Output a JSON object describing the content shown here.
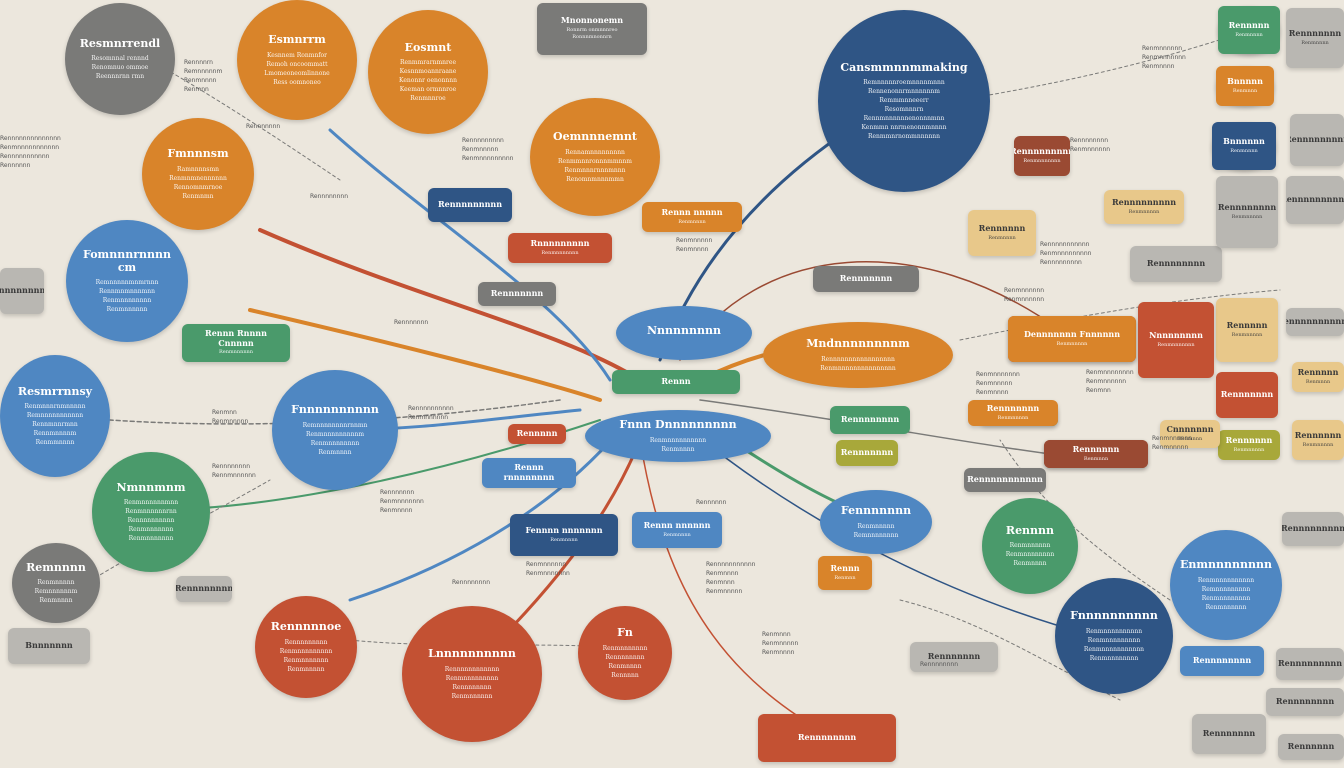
{
  "palette": {
    "orange": "#d9842a",
    "blue": "#4f87c2",
    "navy": "#2f5585",
    "red": "#c35133",
    "green": "#4a9a6b",
    "gray": "#7a7a78",
    "brick": "#9a4a33",
    "olive": "#a8a83a",
    "beige": "#e8c88a",
    "lightgray": "#b9b7b2"
  },
  "nodes": [
    {
      "id": "n1",
      "shape": "circle",
      "color": "gray",
      "title": "Resmnrrendl",
      "lines": [
        "Resomnnal rennnd",
        "Renomnuo ommoe",
        "Reennnrnn rmn"
      ]
    },
    {
      "id": "n2",
      "shape": "circle",
      "color": "orange",
      "title": "Esmnrrm",
      "lines": [
        "Kesnnem Ronmnfor",
        "Remoh oncoommatt",
        "Lmomeoneomlinnone",
        "Ress oomnoneo"
      ]
    },
    {
      "id": "n3",
      "shape": "circle",
      "color": "orange",
      "title": "Eosmnt",
      "lines": [
        "Renmmrarnmnree",
        "Kesnnmoannraane",
        "Kenonnr oenonnnn",
        "Keeman ormnnroe",
        "Renmnnroe"
      ]
    },
    {
      "id": "n4",
      "shape": "pill",
      "color": "gray",
      "title": "Mnonnonemn",
      "lines": [
        "Ronnrm onmnnnreo",
        "Ronnnmnonnrn"
      ]
    },
    {
      "id": "n5",
      "shape": "circle",
      "color": "navy",
      "title": "Cansmmnnmmaking",
      "lines": [
        "Remnnnnnroemnnnnmnnn",
        "Rennenonnrmnnnnnnm",
        "Remmmnneeerr",
        "Resomnnnrn",
        "Rennmnnnnnnenonnnmnn",
        "Kenmmn nnrmenonnmnnnn",
        "Renmmnrnommnnnnnn"
      ]
    },
    {
      "id": "n6",
      "shape": "circle",
      "color": "green",
      "title": "Rennnnrn",
      "lines": [
        "Remmnnenmn"
      ]
    },
    {
      "id": "n7",
      "shape": "circle",
      "color": "red",
      "title": "Rennnnnr",
      "lines": [
        "Rennnnn"
      ]
    },
    {
      "id": "n8",
      "shape": "circle",
      "color": "navy",
      "title": "Rennnnnnn",
      "lines": [
        "Rnmnnnnnnn"
      ]
    },
    {
      "id": "n9",
      "shape": "circle",
      "color": "orange",
      "title": "Fmnnnsm",
      "lines": [
        "Ramnnnnsmn",
        "Renmnmnennnnnn",
        "Rennomnmrnoe",
        "Renmnmn"
      ]
    },
    {
      "id": "n10",
      "shape": "circle",
      "color": "orange",
      "title": "Oemnnnemnt",
      "lines": [
        "Rennamnnnnnnnnn",
        "Renmmnnronnnmmnnm",
        "Renmnnnrnnnmnnn",
        "Renomnmnnnmmn"
      ]
    },
    {
      "id": "n11",
      "shape": "circle",
      "color": "blue",
      "title": "Fomnnnrnnnn cm",
      "lines": [
        "Remnnnnnmnmrnnn",
        "Rennmnmnnnmnn",
        "Renmnnnnnnnn",
        "Renmnnnnnn"
      ]
    },
    {
      "id": "n12",
      "shape": "circle",
      "color": "blue",
      "title": "Resmrrnnsy",
      "lines": [
        "Renmnnnrnmnnnnn",
        "Remnnnnnnnnnnn",
        "Rennmnnrmnn",
        "Rennmnnnnm",
        "Renmmnnnn"
      ]
    },
    {
      "id": "n13",
      "shape": "circle",
      "color": "blue",
      "title": "Fnnnnnnnnnn",
      "lines": [
        "Remnnnnnnnnrnnmn",
        "Renmnnnnnnnnnm",
        "Renmnnnnnnnn",
        "Renmnnnn"
      ]
    },
    {
      "id": "n14",
      "shape": "circle",
      "color": "green",
      "title": "Nmnnmnm",
      "lines": [
        "Renmnnnnnnmnn",
        "Renmnnnnnnrnn",
        "Rennnnnnnnnn",
        "Renmnnnnnnn",
        "Renmnnnnnnn"
      ]
    },
    {
      "id": "n15",
      "shape": "circle",
      "color": "gray",
      "title": "Remnnnn",
      "lines": [
        "Renmnnnnn",
        "Remnnnnnnm",
        "Renmnnnn"
      ]
    },
    {
      "id": "n16",
      "shape": "circle",
      "color": "red",
      "title": "Rennnnnoe",
      "lines": [
        "Rennnnnnnnn",
        "Renmnnnnnnnnn",
        "Renmnnnnnnn",
        "Renmnnnnn"
      ]
    },
    {
      "id": "n17",
      "shape": "circle",
      "color": "red",
      "title": "Lnnnnnnnnnn",
      "lines": [
        "Rennnnnnnnnnnn",
        "Renmnnnnnnnnn",
        "Rennnnnnnn",
        "Renmnnnnnn"
      ]
    },
    {
      "id": "n18",
      "shape": "circle",
      "color": "red",
      "title": "Fn",
      "lines": [
        "Renmnnnnnnn",
        "Rennnnnnnn",
        "Renmnnnn",
        "Rennnnn"
      ]
    },
    {
      "id": "n19",
      "shape": "circle",
      "color": "navy",
      "title": "Fnnnnnnnnnn",
      "lines": [
        "Renmnnnnnnnnnn",
        "Renmnnnnnnnnn",
        "Renmnnnnnnnnnnn",
        "Renmnnnnnnnn"
      ]
    },
    {
      "id": "n20",
      "shape": "circle",
      "color": "blue",
      "title": "Enmnnnnnnnn",
      "lines": [
        "Renmnnnnnnnnnn",
        "Remnnnnnnnnn",
        "Renmnnnnnnnn",
        "Renmnnnnnn"
      ]
    },
    {
      "id": "n21",
      "shape": "circle",
      "color": "green",
      "title": "Rennnn",
      "lines": [
        "Renmnnnnnn",
        "Renmnnnnnnnn",
        "Renmnnnn"
      ]
    },
    {
      "id": "n22",
      "shape": "circle",
      "color": "blue",
      "title": "Fennnnnnn",
      "lines": [
        "Renmnnnnn",
        "Remnnnnnnnn"
      ]
    },
    {
      "id": "n23",
      "shape": "circle",
      "color": "orange",
      "title": "Mndnnnnnnnnm",
      "lines": [
        "Rennnnnnnnnnnnnnnnn",
        "Renmnnnnnnnnnnnnnnn"
      ]
    },
    {
      "id": "n24",
      "shape": "circle",
      "color": "blue",
      "title": "Nnnnnnnnn",
      "lines": []
    },
    {
      "id": "n25",
      "shape": "circle",
      "color": "blue",
      "title": "Fnnn Dnnnnnnnnn",
      "lines": [
        "Renmnnnnnnnnnn",
        "Renmnnnn"
      ]
    },
    {
      "id": "n26",
      "shape": "pill",
      "color": "green",
      "title": "Rennn",
      "lines": []
    },
    {
      "id": "n27",
      "shape": "pill",
      "color": "red",
      "title": "Rennnnn",
      "lines": []
    },
    {
      "id": "n28",
      "shape": "pill",
      "color": "red",
      "title": "Rnnnnnnnnn",
      "lines": [
        "Renmnnnnnnn"
      ]
    },
    {
      "id": "n29",
      "shape": "pill",
      "color": "orange",
      "title": "Rennn nnnnn",
      "lines": [
        "Renmnnnn"
      ]
    },
    {
      "id": "n30",
      "shape": "pill",
      "color": "red",
      "title": "Knnnnnnnnn",
      "lines": [
        "Renmnnnnn"
      ]
    },
    {
      "id": "n31",
      "shape": "pill",
      "color": "beige",
      "title": "Rennnnnn",
      "lines": [
        "Renmnnnn"
      ]
    },
    {
      "id": "n32",
      "shape": "pill",
      "color": "navy",
      "title": "Rennnnnnnnn",
      "lines": []
    },
    {
      "id": "n33",
      "shape": "pill",
      "color": "gray",
      "title": "Rennnnnnn",
      "lines": []
    },
    {
      "id": "n34",
      "shape": "pill",
      "color": "brick",
      "title": "Rennnnnnnnn",
      "lines": [
        "Renmnnnnnnn"
      ]
    },
    {
      "id": "n35",
      "shape": "pill",
      "color": "gray",
      "title": "Rennnnnnn",
      "lines": []
    },
    {
      "id": "n36",
      "shape": "pill",
      "color": "green",
      "title": "Rennn Rnnnn Cnnnnn",
      "lines": [
        "Renmnnnnnn"
      ]
    },
    {
      "id": "n37",
      "shape": "pill",
      "color": "green",
      "title": "Rennnnnnnn",
      "lines": []
    },
    {
      "id": "n38",
      "shape": "pill",
      "color": "gray",
      "title": "Rennnnnnnnnnn",
      "lines": []
    },
    {
      "id": "n39",
      "shape": "pill",
      "color": "brick",
      "title": "Rennnnnnn",
      "lines": []
    },
    {
      "id": "n40",
      "shape": "pill",
      "color": "blue",
      "title": "Rennn rnnnnnnnn",
      "lines": []
    },
    {
      "id": "n41",
      "shape": "pill",
      "color": "navy",
      "title": "Fennnn nnnnnnn",
      "lines": [
        "Renmnnnn"
      ]
    },
    {
      "id": "n42",
      "shape": "pill",
      "color": "blue",
      "title": "Rennn nnnnnn",
      "lines": [
        "Renmnnnn"
      ]
    },
    {
      "id": "n43",
      "shape": "pill",
      "color": "green",
      "title": "Rennnnnnnnnn",
      "lines": []
    },
    {
      "id": "n44",
      "shape": "pill",
      "color": "olive",
      "title": "Rennnnnnn",
      "lines": []
    },
    {
      "id": "n45",
      "shape": "pill",
      "color": "orange",
      "title": "Rennnnnnn",
      "lines": [
        "Renmnnnnn"
      ]
    },
    {
      "id": "n46",
      "shape": "pill",
      "color": "red",
      "title": "Rennnnnnnn",
      "lines": []
    },
    {
      "id": "n47",
      "shape": "pill",
      "color": "orange",
      "title": "Dennnnnnn Fnnnnnn",
      "lines": [
        "Renmnnnnn"
      ]
    },
    {
      "id": "n48",
      "shape": "pill",
      "color": "lightgray",
      "title": "Rennnnnnnn",
      "lines": []
    },
    {
      "id": "n49",
      "shape": "pill",
      "color": "beige",
      "title": "Rennnnnnnnn",
      "lines": [
        "Renmnnnnn"
      ]
    },
    {
      "id": "n50",
      "shape": "pill",
      "color": "beige",
      "title": "Rennnnn",
      "lines": [
        "Renmnnnnn"
      ]
    },
    {
      "id": "n51",
      "shape": "pill",
      "color": "lightgray",
      "title": "Rennnnnnnn",
      "lines": [
        "Renmnnnnn"
      ]
    },
    {
      "id": "n52",
      "shape": "pill",
      "color": "beige",
      "title": "Rennnnnn",
      "lines": [
        "Renmnnnnn"
      ]
    },
    {
      "id": "n53",
      "shape": "pill",
      "color": "lightgray",
      "title": "Rennnnnnnnnn",
      "lines": []
    },
    {
      "id": "n54",
      "shape": "pill",
      "color": "green",
      "title": "Rennnnn",
      "lines": [
        "Renmnnnn"
      ]
    },
    {
      "id": "n55",
      "shape": "pill",
      "color": "orange",
      "title": "Bnnnnn",
      "lines": [
        "Renmnnn"
      ]
    },
    {
      "id": "n56",
      "shape": "pill",
      "color": "navy",
      "title": "Bnnnnnn",
      "lines": [
        "Renmnnnn"
      ]
    },
    {
      "id": "n57",
      "shape": "pill",
      "color": "red",
      "title": "Rennnnnnn",
      "lines": []
    },
    {
      "id": "n58",
      "shape": "pill",
      "color": "olive",
      "title": "Rennnnnn",
      "lines": [
        "Renmnnnnn"
      ]
    },
    {
      "id": "n59",
      "shape": "pill",
      "color": "orange",
      "title": "Rennn",
      "lines": [
        "Renmnn"
      ]
    },
    {
      "id": "n60",
      "shape": "pill",
      "color": "brick",
      "title": "Rennnnnn",
      "lines": [
        "Renmnnn"
      ]
    },
    {
      "id": "n61",
      "shape": "pill",
      "color": "beige",
      "title": "Cnnnnnnn",
      "lines": [
        "Renmnnn"
      ]
    },
    {
      "id": "n62",
      "shape": "pill",
      "color": "lightgray",
      "title": "Rennnnnnn",
      "lines": [
        "Renmnnnn"
      ]
    },
    {
      "id": "n63",
      "shape": "pill",
      "color": "beige",
      "title": "Rennnnn",
      "lines": [
        "Renmnnn"
      ]
    },
    {
      "id": "n64",
      "shape": "pill",
      "color": "lightgray",
      "title": "Rennnnnnnnnnn",
      "lines": []
    },
    {
      "id": "n65",
      "shape": "pill",
      "color": "blue",
      "title": "Rennnnnnnn",
      "lines": []
    },
    {
      "id": "n66",
      "shape": "pill",
      "color": "red",
      "title": "Nnnnnnnnn",
      "lines": [
        "Renmnnnnnnn"
      ]
    },
    {
      "id": "n67",
      "shape": "pill",
      "color": "lightgray",
      "title": "Rennnnnnnnn",
      "lines": []
    },
    {
      "id": "n68",
      "shape": "pill",
      "color": "lightgray",
      "title": "Rennnnnnnnn",
      "lines": []
    },
    {
      "id": "n69",
      "shape": "pill",
      "color": "lightgray",
      "title": "Rennnnnnnnn",
      "lines": []
    },
    {
      "id": "n70",
      "shape": "pill",
      "color": "lightgray",
      "title": "Rennnnnnn",
      "lines": []
    },
    {
      "id": "n71",
      "shape": "pill",
      "color": "lightgray",
      "title": "Rennnnnnn",
      "lines": []
    },
    {
      "id": "n72",
      "shape": "pill",
      "color": "lightgray",
      "title": "Rennnnnnnn",
      "lines": []
    },
    {
      "id": "n73",
      "shape": "pill",
      "color": "lightgray",
      "title": "Rennnnnn",
      "lines": []
    },
    {
      "id": "n74",
      "shape": "pill",
      "color": "lightgray",
      "title": "Rennnnnnnn",
      "lines": []
    },
    {
      "id": "n75",
      "shape": "pill",
      "color": "lightgray",
      "title": "Rennnnnnnnnn",
      "lines": []
    },
    {
      "id": "n76",
      "shape": "pill",
      "color": "lightgray",
      "title": "Bnnnnnnn",
      "lines": []
    }
  ],
  "free_text": [
    {
      "id": "t1",
      "lines": [
        "Rennnnrn",
        "Remnnnnnm",
        "Renmnnnn",
        "Renmnn"
      ]
    },
    {
      "id": "t2",
      "lines": [
        "Rennnnnnnnnnnnnn",
        "Renmnnnnnnnnnnn",
        "Rennnnnnnnnnn",
        "Rennnnnn"
      ]
    },
    {
      "id": "t3",
      "lines": [
        "Rennnnnnn"
      ]
    },
    {
      "id": "t4",
      "lines": [
        "Rennnnnnnnn",
        "Renmnnnnn",
        "Renmnnnnnnnnn"
      ]
    },
    {
      "id": "t5",
      "lines": [
        "Rennnnnnnn"
      ]
    },
    {
      "id": "t6",
      "lines": [
        "Renmnnnnn",
        "Renmnnnn"
      ]
    },
    {
      "id": "t7",
      "lines": [
        "Rennnnnnnnnnn",
        "Renmnnnnnnnnn",
        "Rennnnnnnnn"
      ]
    },
    {
      "id": "t8",
      "lines": [
        "Renmnnnnnn",
        "Renmnnnnnn"
      ]
    },
    {
      "id": "t9",
      "lines": [
        "Rennnnnnn"
      ]
    },
    {
      "id": "t10",
      "lines": [
        "Renmnnnnnnn",
        "Renmnnnnn",
        "Renmnnnn"
      ]
    },
    {
      "id": "t11",
      "lines": [
        "Renmnnnnnnnn",
        "Renmnnnnnn",
        "Renmnn"
      ]
    },
    {
      "id": "t12",
      "lines": [
        "Renmnn",
        "Renmnnnnn"
      ]
    },
    {
      "id": "t13",
      "lines": [
        "Rennnnnnnnnn",
        "Renmnnnnnn"
      ]
    },
    {
      "id": "t14",
      "lines": [
        "Renmnnnnnn",
        "Renmnnnnnnn",
        "Renmnnnn"
      ]
    },
    {
      "id": "t15",
      "lines": [
        "Rennnnnnnn",
        "Renmnnnnnn"
      ]
    },
    {
      "id": "t16",
      "lines": [
        "Renmnnnnnn",
        "Renmnnnnn"
      ]
    },
    {
      "id": "t17",
      "lines": [
        "Rennnnnnnn",
        "Rennmnnnnnn"
      ]
    },
    {
      "id": "t18",
      "lines": [
        "Rennnnnnn",
        "Renmnnnnnnn",
        "Renmnnnn"
      ]
    },
    {
      "id": "t19",
      "lines": [
        "Rennnnnn"
      ]
    },
    {
      "id": "t20",
      "lines": [
        "Renmnnnnnn",
        "Renmnnnnnnn"
      ]
    },
    {
      "id": "t21",
      "lines": [
        "Rennnnnnnnnnn",
        "Renmnnnn",
        "Renmnnn",
        "Renmnnnnn"
      ]
    },
    {
      "id": "t22",
      "lines": [
        "Renmnnn",
        "Renmnnnnn",
        "Renmnnnn"
      ]
    },
    {
      "id": "t23",
      "lines": [
        "Rennnnnnnn"
      ]
    },
    {
      "id": "t24",
      "lines": [
        "Rennnnnnnn"
      ]
    }
  ]
}
